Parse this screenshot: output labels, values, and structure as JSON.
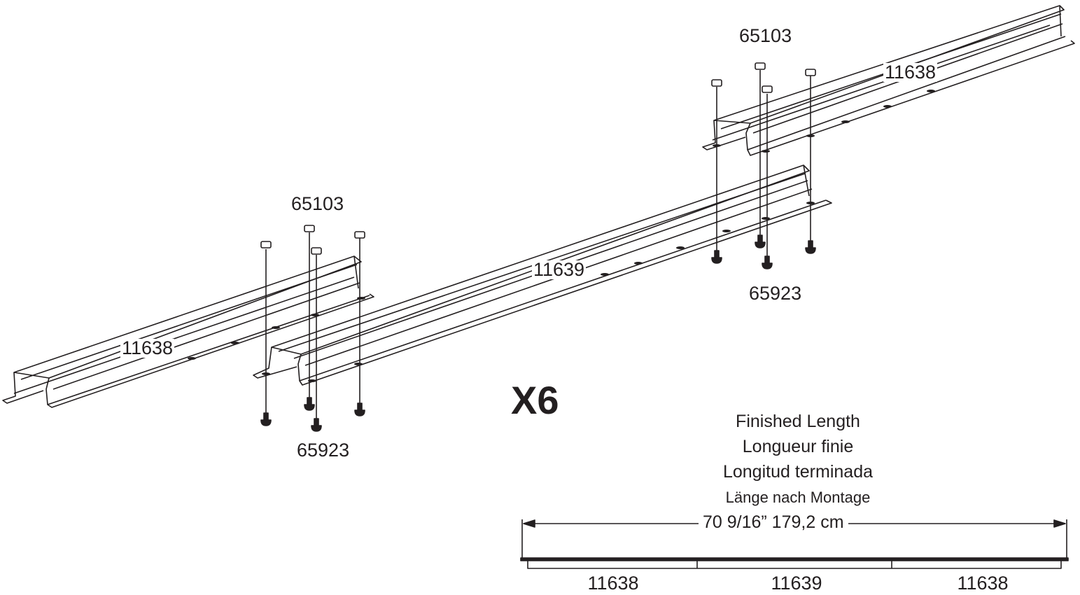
{
  "parts": {
    "nut_top_right": "65103",
    "rail_top_right": "11638",
    "screw_mid": "65923",
    "nut_left": "65103",
    "rail_center": "11639",
    "rail_left": "11638",
    "screw_left": "65923"
  },
  "quantity": "X6",
  "finished_length": {
    "en": "Finished Length",
    "fr": "Longueur finie",
    "es": "Longitud terminada",
    "de": "Länge nach Montage",
    "dimension": "70 9/16”   179,2 cm"
  },
  "segments": [
    "11638",
    "11639",
    "11638"
  ],
  "colors": {
    "ink": "#231f20"
  }
}
